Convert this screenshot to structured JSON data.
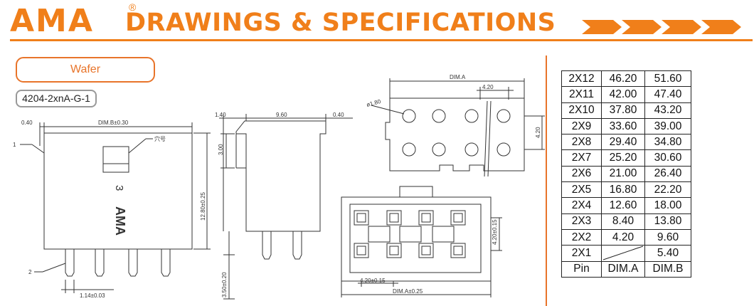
{
  "header": {
    "brand": "AMA",
    "registered_mark": "®",
    "title": "DRAWINGS & SPECIFICATIONS",
    "accent_color": "#f07f1a"
  },
  "product": {
    "category": "Wafer",
    "part_number": "4204-2xnA-G-1"
  },
  "side_view": {
    "dim_left": "0.40",
    "dim_body": "DIM.B±0.30",
    "callout_1": "1",
    "callout_2": "2",
    "hole_label": "穴号",
    "marking_number": "3",
    "marking_brand": "AMA",
    "dim_height": "12.80±0.25",
    "dim_pin": "1.14±0.03"
  },
  "end_view": {
    "dim_a": "1.40",
    "dim_b": "9.60",
    "dim_c": "0.40",
    "dim_d": "3.00",
    "dim_e": "3.50±0.20"
  },
  "pcb_layout": {
    "dim_a": "DIM.A",
    "pitch_x": "4.20",
    "pitch_y": "4.20",
    "hole_dia": "ø1.80"
  },
  "bottom_view": {
    "pitch_x": "4.20±0.15",
    "pitch_y": "4.20±0.15",
    "dim_a": "DIM.A±0.25"
  },
  "spec_table": {
    "rows": [
      {
        "pin": "2X12",
        "dim_a": "46.20",
        "dim_b": "51.60"
      },
      {
        "pin": "2X11",
        "dim_a": "42.00",
        "dim_b": "47.40"
      },
      {
        "pin": "2X10",
        "dim_a": "37.80",
        "dim_b": "43.20"
      },
      {
        "pin": "2X9",
        "dim_a": "33.60",
        "dim_b": "39.00"
      },
      {
        "pin": "2X8",
        "dim_a": "29.40",
        "dim_b": "34.80"
      },
      {
        "pin": "2X7",
        "dim_a": "25.20",
        "dim_b": "30.60"
      },
      {
        "pin": "2X6",
        "dim_a": "21.00",
        "dim_b": "26.40"
      },
      {
        "pin": "2X5",
        "dim_a": "16.80",
        "dim_b": "22.20"
      },
      {
        "pin": "2X4",
        "dim_a": "12.60",
        "dim_b": "18.00"
      },
      {
        "pin": "2X3",
        "dim_a": "8.40",
        "dim_b": "13.80"
      },
      {
        "pin": "2X2",
        "dim_a": "4.20",
        "dim_b": "9.60"
      },
      {
        "pin": "2X1",
        "dim_a": "",
        "dim_b": "5.40"
      }
    ],
    "header": {
      "pin": "Pin",
      "dim_a": "DIM.A",
      "dim_b": "DIM.B"
    }
  }
}
